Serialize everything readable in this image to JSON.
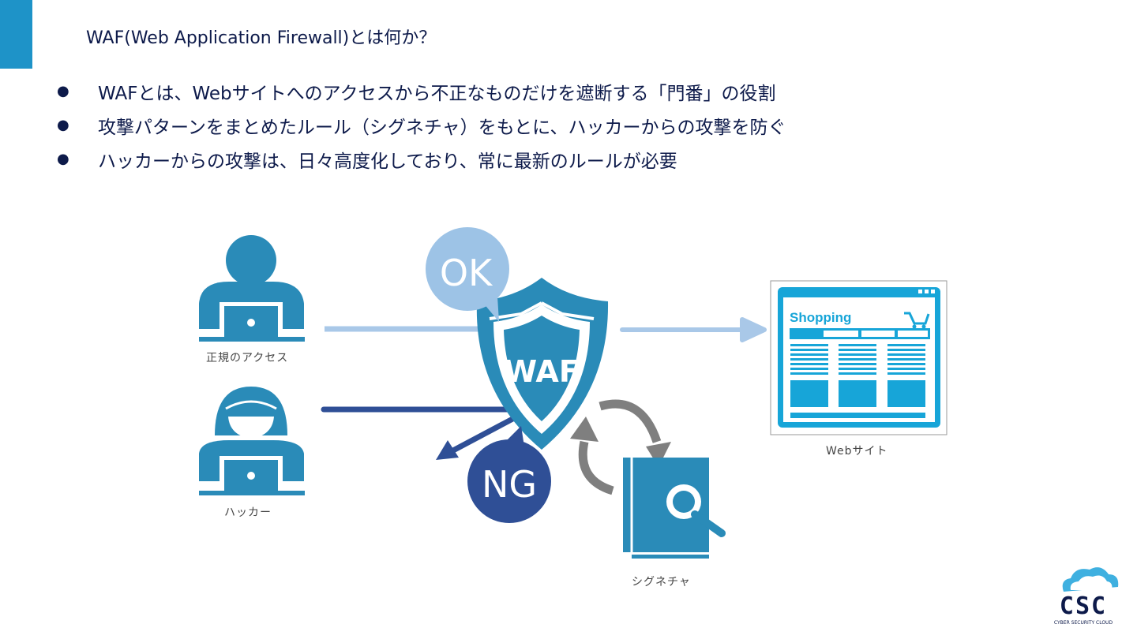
{
  "title": "WAF(Web Application Firewall)とは何か？",
  "bullets": [
    "WAFとは、Webサイトへのアクセスから不正なものだけを遮断する「門番」の役割",
    "攻撃パターンをまとめたルール（シグネチャ）をもとに、ハッカーからの攻撃を防ぐ",
    "ハッカーからの攻撃は、日々高度化しており、常に最新のルールが必要"
  ],
  "bullet_symbol": "●",
  "diagram": {
    "normal_user_label": "正規のアクセス",
    "hacker_label": "ハッカー",
    "ok_badge": "OK",
    "ng_badge": "NG",
    "waf_label": "WAF",
    "signature_label": "シグネチャ",
    "website_label": "Webサイト",
    "website_heading": "Shopping"
  },
  "logo": {
    "text": "CSC",
    "subtext": "CYBER SECURITY CLOUD"
  },
  "colors": {
    "accent": "#1e93c8",
    "waf_blue": "#2a8bb8",
    "ok_bubble": "#9dc3e6",
    "ng_bubble": "#2f4f96",
    "ok_arrow": "#a9c8e8",
    "ng_arrow": "#2f4f96",
    "sync_arrows": "#7f7f7f",
    "text_dark": "#0d1a4a"
  }
}
